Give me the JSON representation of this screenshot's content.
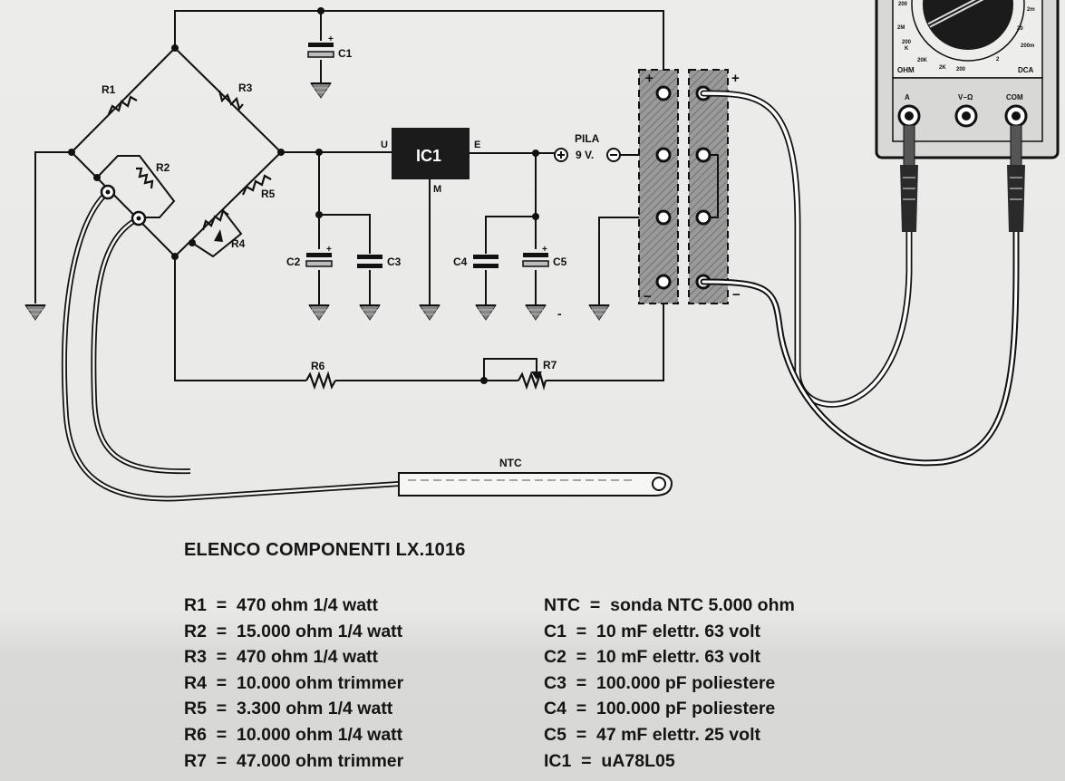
{
  "diagram": {
    "labels": {
      "r1": "R1",
      "r2": "R2",
      "r3": "R3",
      "r4": "R4",
      "r5": "R5",
      "r6": "R6",
      "r7": "R7",
      "c1": "C1",
      "c2": "C2",
      "c3": "C3",
      "c4": "C4",
      "c5": "C5",
      "ic1": "IC1",
      "ic_u": "U",
      "ic_e": "E",
      "ic_m": "M",
      "pila": "PILA",
      "pila_v": "9 V.",
      "ntc": "NTC",
      "plus": "+",
      "minus": "−",
      "dot_minus": "-"
    },
    "meter": {
      "range_labels": [
        "200",
        "2M",
        "200",
        "K",
        "20K",
        "2K",
        "200",
        "2",
        "20",
        "200m",
        "2m",
        "DCA",
        "OHM"
      ],
      "jack_a": "A",
      "jack_v": "V−Ω",
      "jack_com": "COM"
    }
  },
  "parts_list": {
    "title": "ELENCO COMPONENTI LX.1016",
    "left": [
      "R1  =  470 ohm 1/4 watt",
      "R2  =  15.000 ohm 1/4 watt",
      "R3  =  470 ohm 1/4 watt",
      "R4  =  10.000 ohm trimmer",
      "R5  =  3.300 ohm 1/4 watt",
      "R6  =  10.000 ohm 1/4 watt",
      "R7  =  47.000 ohm trimmer"
    ],
    "right": [
      "NTC  =  sonda NTC 5.000 ohm",
      "C1  =  10 mF elettr. 63 volt",
      "C2  =  10 mF elettr. 63 volt",
      "C3  =  100.000 pF poliestere",
      "C4  =  100.000 pF poliestere",
      "C5  =  47 mF elettr. 25 volt",
      "IC1  =  uA78L05"
    ]
  }
}
